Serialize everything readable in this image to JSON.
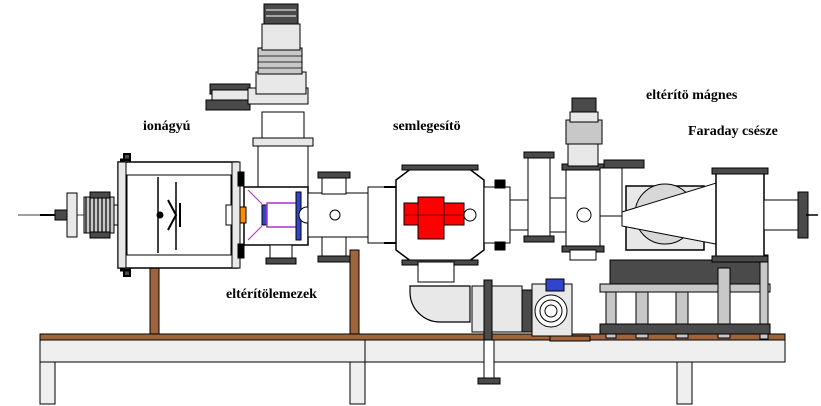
{
  "labels": {
    "ion_gun": "ionágyú",
    "neutralizer": "semlegesítö",
    "deflection_magnet": "eltérítö mágnes",
    "faraday_cup": "Faraday csésze",
    "deflection_plates": "eltérítölemezek"
  },
  "colors": {
    "outline": "#000000",
    "metal_light": "#e8e8e8",
    "metal_mid": "#c8c8c8",
    "metal_dark": "#4a4a4a",
    "table_top": "#efefef",
    "wood": "#a0643c",
    "neutralizer_block": "#ff0000",
    "plate_blue": "#3344cc",
    "plate_purple": "#aa33cc"
  }
}
